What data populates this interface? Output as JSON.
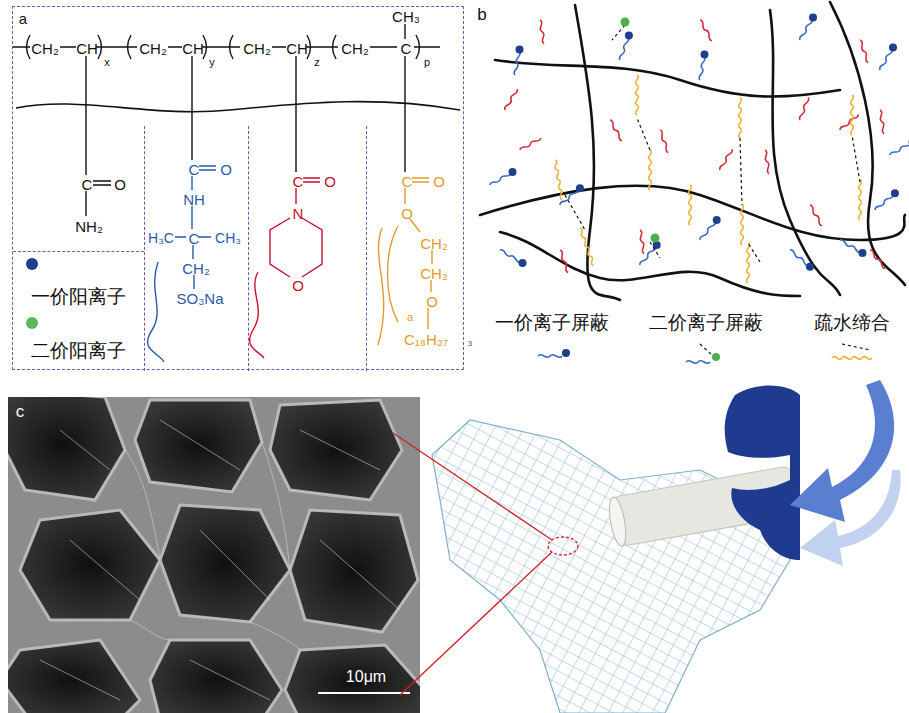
{
  "diagram": {
    "nodes": [
      {
        "text": [
          "a"
        ]
      },
      {
        "text": [
          "CH₃",
          "CH₂",
          "CH",
          "x",
          "CH₂",
          "CH",
          "y",
          "CH₂",
          "CH",
          "z",
          "CH₂",
          "C",
          "p"
        ],
        "in": 0
      },
      {
        "text": [
          "C",
          "O",
          "NH₂"
        ],
        "in": 0
      },
      {
        "text": [
          "C",
          "O",
          "NH",
          "H₃C",
          "C",
          "CH₃",
          "CH₂",
          "SO₃Na"
        ],
        "in": 0
      },
      {
        "text": [
          "C",
          "O",
          "N",
          "O"
        ],
        "in": 0
      },
      {
        "text": [
          "C",
          "O",
          "O",
          "CH₂",
          "CH₂",
          "O",
          "a",
          "C₁₈H₃₇"
        ],
        "in": 0
      }
    ],
    "labels": [
      "b",
      "c",
      "10μm",
      "3"
    ],
    "legend": [
      {
        "text": "一价阳离子",
        "color": "#1f3e8c"
      },
      {
        "text": "二价阳离子",
        "color": "#5cb85c"
      },
      {
        "text": "一价离子屏蔽"
      },
      {
        "text": "二价离子屏蔽"
      },
      {
        "text": "疏水缔合"
      }
    ]
  }
}
